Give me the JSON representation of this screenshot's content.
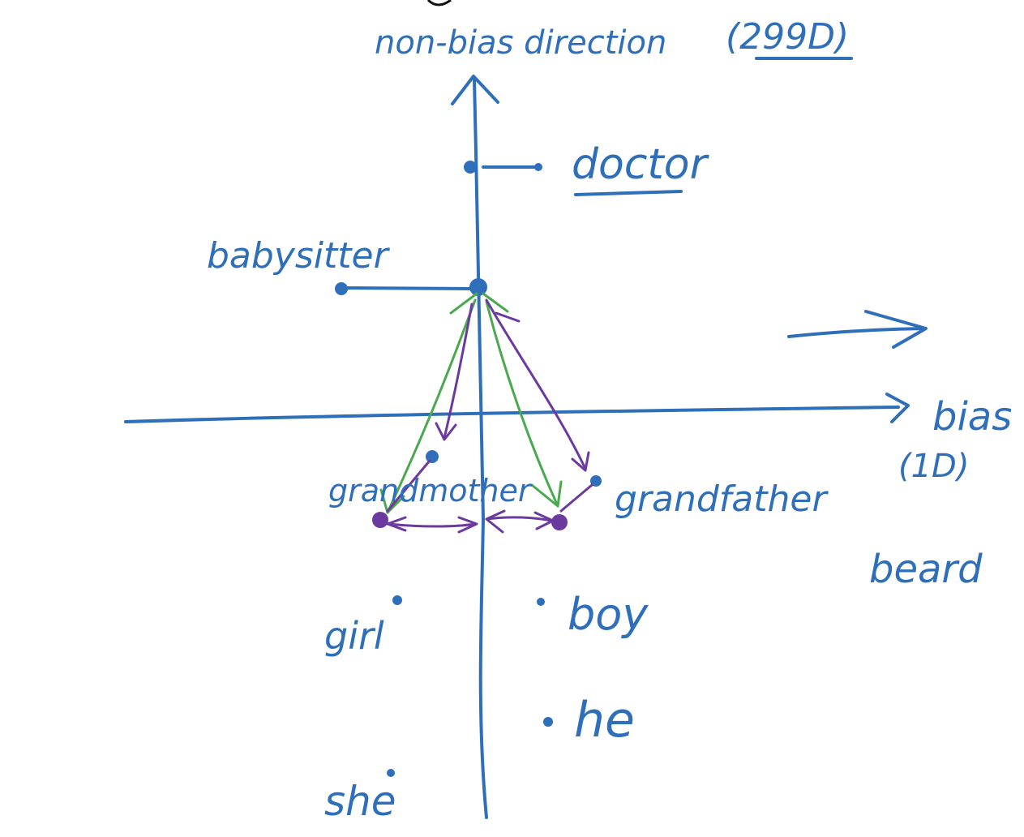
{
  "axes": {
    "vertical_label": "non-bias direction",
    "vertical_dim": "(299D)",
    "horizontal_label": "bias",
    "horizontal_dim": "(1D)"
  },
  "words": {
    "doctor": "doctor",
    "babysitter": "babysitter",
    "grandmother": "grandmother",
    "grandfather": "grandfather",
    "beard": "beard",
    "girl": "girl",
    "boy": "boy",
    "he": "he",
    "she": "she"
  },
  "colors": {
    "ink_blue": "#2f6fba",
    "ink_purple": "#6b3a9e",
    "ink_green": "#4aa84f"
  }
}
